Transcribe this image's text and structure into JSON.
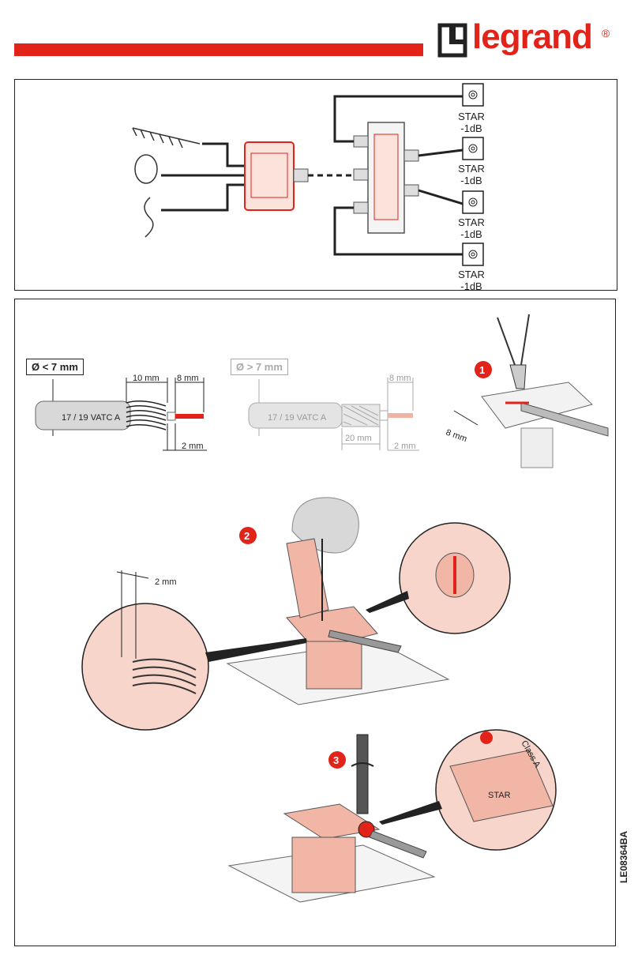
{
  "header": {
    "brand": "legrand",
    "registered": "®"
  },
  "diagram1": {
    "outputs": [
      {
        "label": "STAR",
        "loss": "-1dB"
      },
      {
        "label": "STAR",
        "loss": "-1dB"
      },
      {
        "label": "STAR",
        "loss": "-1dB"
      },
      {
        "label": "STAR",
        "loss": "-1dB"
      }
    ]
  },
  "cable_small": {
    "diameter": "Ø < 7 mm",
    "type": "17 / 19 VATC A",
    "braid": "10 mm",
    "core": "8 mm",
    "insul": "2 mm"
  },
  "cable_large": {
    "diameter": "Ø > 7 mm",
    "type": "17 / 19 VATC A",
    "braid": "20 mm",
    "core": "8 mm",
    "insul": "2 mm"
  },
  "steps": {
    "step1": "1",
    "step1_dim": "8 mm",
    "step2": "2",
    "step2_dim": "2 mm",
    "step3": "3",
    "step3_label": "STAR",
    "step3_class": "Class A"
  },
  "doc_code": "LE08364BA",
  "colors": {
    "brand_red": "#e2231a",
    "body_pink": "#f2b6a6"
  }
}
